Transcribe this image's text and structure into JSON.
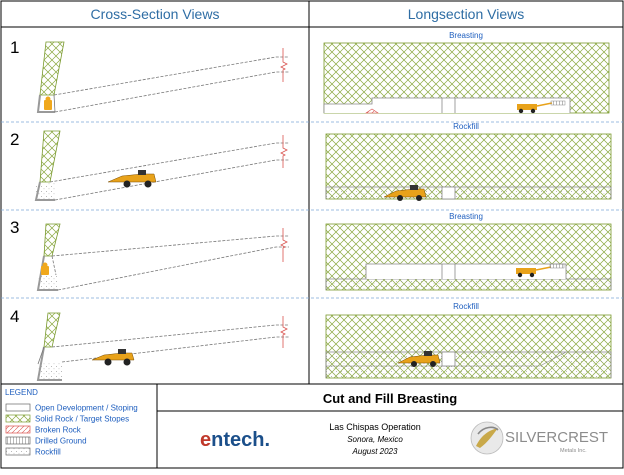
{
  "headers": {
    "cross_section": "Cross-Section Views",
    "longsection": "Longsection Views"
  },
  "rows": [
    {
      "number": "1",
      "long_label": "Breasting"
    },
    {
      "number": "2",
      "long_label": "Rockfill"
    },
    {
      "number": "3",
      "long_label": "Breasting"
    },
    {
      "number": "4",
      "long_label": "Rockfill"
    }
  ],
  "legend": {
    "title": "LEGEND",
    "items": [
      {
        "pattern": "open",
        "label": "Open Development / Stoping"
      },
      {
        "pattern": "solid",
        "label": "Solid Rock / Target Stopes"
      },
      {
        "pattern": "broken",
        "label": "Broken Rock"
      },
      {
        "pattern": "drilled",
        "label": "Drilled Ground"
      },
      {
        "pattern": "rockfill",
        "label": "Rockfill"
      }
    ]
  },
  "title_block": {
    "title": "Cut and Fill Breasting",
    "company_logo": "entech.",
    "operation": "Las Chispas Operation",
    "location": "Sonora, Mexico",
    "date": "August 2023",
    "client_logo_name": "SILVERCREST",
    "client_logo_sub": "Metals Inc."
  },
  "colors": {
    "header_text": "#2e6da4",
    "long_label": "#1f5fbf",
    "accent_green": "#7a9a2e",
    "equipment": "#e8a21a",
    "fault_red": "#d9534f",
    "divider": "#7fa6d6",
    "entech_e": "#c0392b",
    "entech_text": "#1b4f8a",
    "silvercrest_text": "#8c8c8c"
  },
  "icons": {
    "loader": "loader-icon",
    "miner": "miner-icon",
    "drill": "drill-rig-icon",
    "fault": "fault-line-icon"
  }
}
